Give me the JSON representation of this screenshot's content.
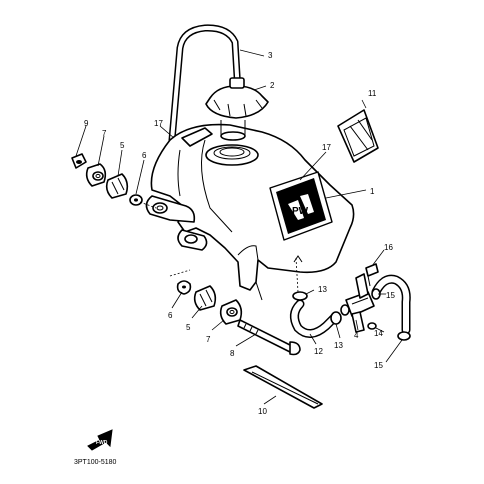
{
  "diagram": {
    "drawing_code": "3PT100-5180",
    "front_arrow_label": "FWD",
    "emblem_label": "PW",
    "callouts": [
      {
        "id": "c1",
        "label": "1"
      },
      {
        "id": "c2",
        "label": "2"
      },
      {
        "id": "c3",
        "label": "3"
      },
      {
        "id": "c4",
        "label": "4"
      },
      {
        "id": "c5a",
        "label": "5"
      },
      {
        "id": "c5b",
        "label": "5"
      },
      {
        "id": "c6a",
        "label": "6"
      },
      {
        "id": "c6b",
        "label": "6"
      },
      {
        "id": "c7a",
        "label": "7"
      },
      {
        "id": "c7b",
        "label": "7"
      },
      {
        "id": "c8",
        "label": "8"
      },
      {
        "id": "c9",
        "label": "9"
      },
      {
        "id": "c10",
        "label": "10"
      },
      {
        "id": "c11",
        "label": "11"
      },
      {
        "id": "c12",
        "label": "12"
      },
      {
        "id": "c13a",
        "label": "13"
      },
      {
        "id": "c13b",
        "label": "13"
      },
      {
        "id": "c14",
        "label": "14"
      },
      {
        "id": "c15a",
        "label": "15"
      },
      {
        "id": "c15b",
        "label": "15"
      },
      {
        "id": "c16",
        "label": "16"
      },
      {
        "id": "c17a",
        "label": "17"
      },
      {
        "id": "c17b",
        "label": "17"
      }
    ]
  }
}
